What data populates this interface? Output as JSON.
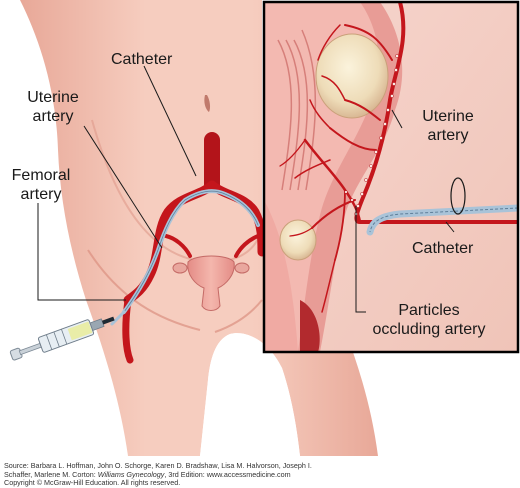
{
  "labels": {
    "catheter_main": "Catheter",
    "uterine_main_line1": "Uterine",
    "uterine_main_line2": "artery",
    "femoral_line1": "Femoral",
    "femoral_line2": "artery",
    "uterine_inset_line1": "Uterine",
    "uterine_inset_line2": "artery",
    "catheter_inset": "Catheter",
    "particles_line1": "Particles",
    "particles_line2": "occluding artery"
  },
  "source": {
    "line1": "Source: Barbara L. Hoffman, John O. Schorge, Karen D. Bradshaw, Lisa M. Halvorson, Joseph I.",
    "line2_prefix": "Schaffer, Marlene M. Corton: ",
    "line2_book": "Williams Gynecology",
    "line2_suffix": ", 3rd Edition: www.accessmedicine.com",
    "line3": "Copyright © McGraw-Hill Education. All rights reserved."
  },
  "colors": {
    "skin": "#f2c0b2",
    "skin_shadow": "#e0998a",
    "artery": "#c4161c",
    "catheter": "#a9c3d8",
    "inset_border": "#000000"
  }
}
